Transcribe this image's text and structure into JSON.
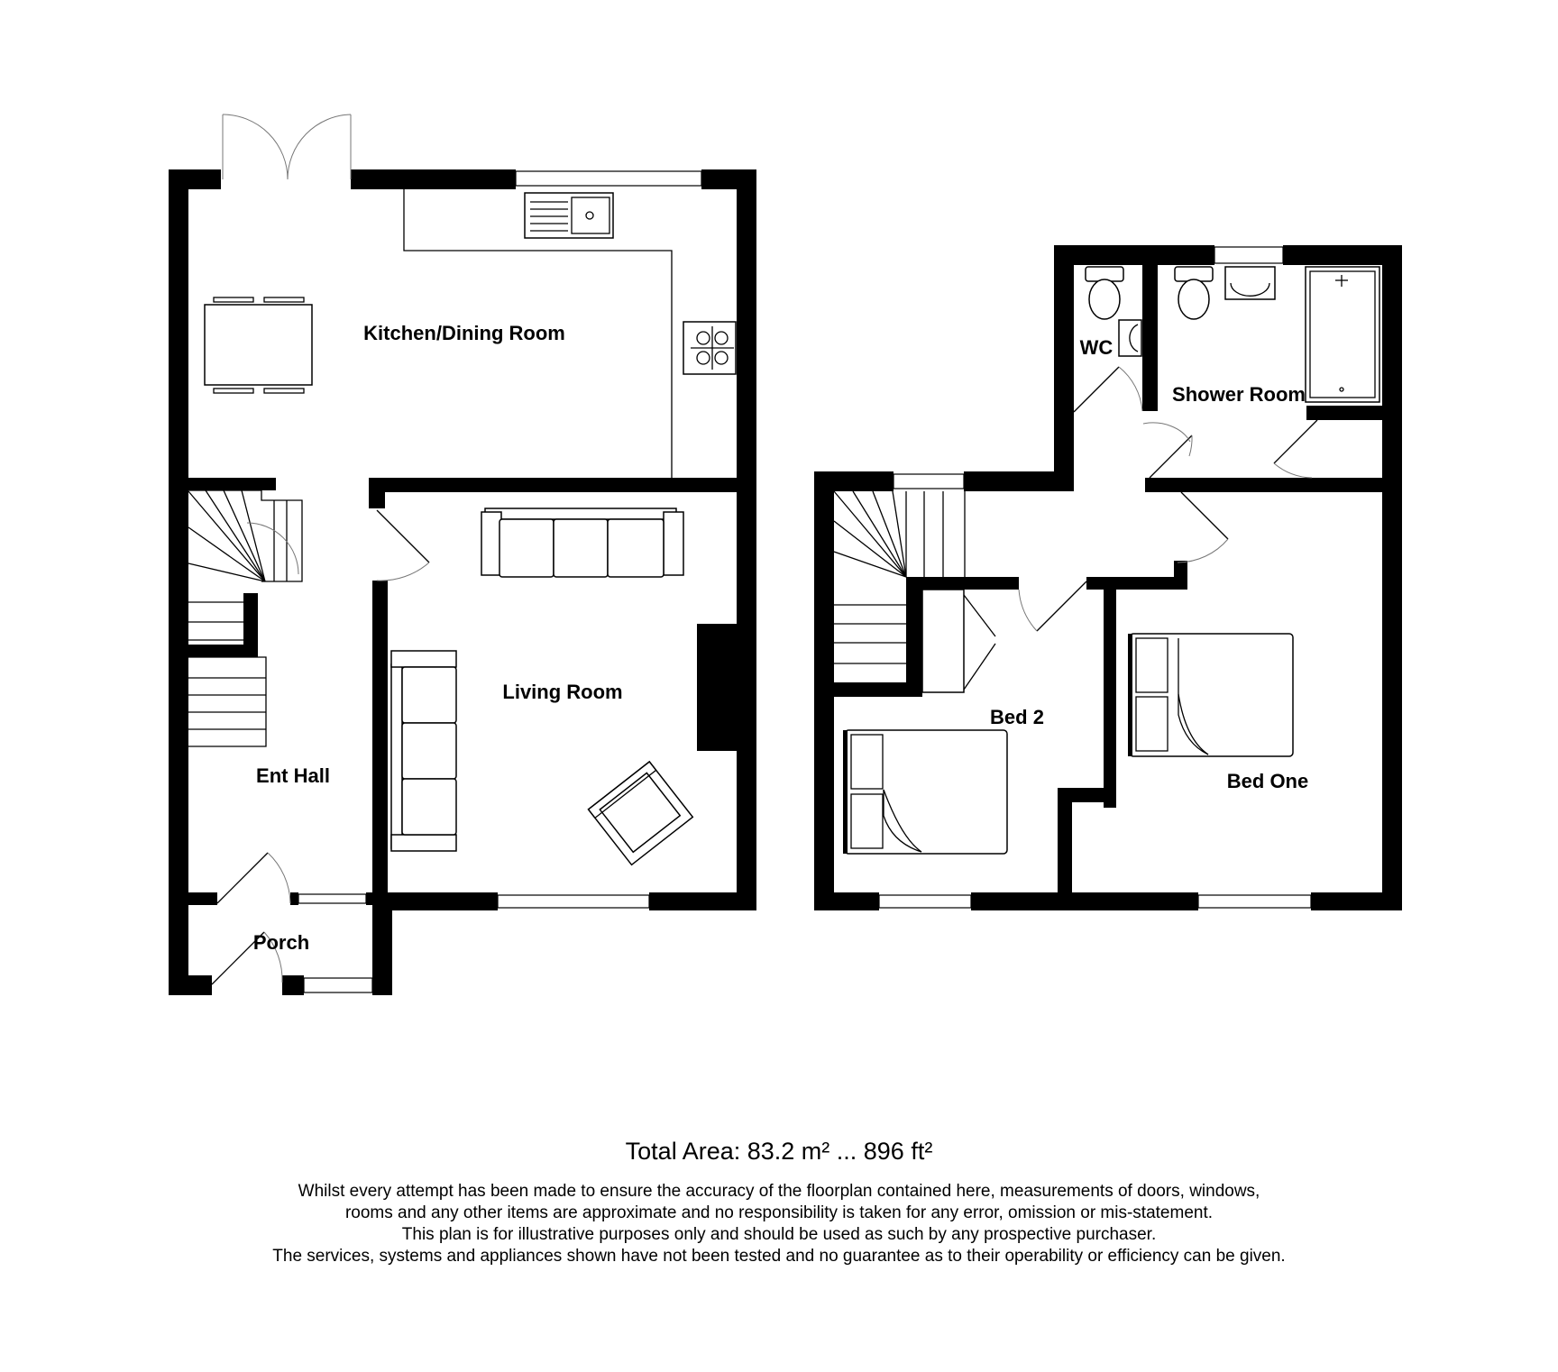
{
  "rooms": {
    "kitchen": "Kitchen/Dining Room",
    "living": "Living Room",
    "hall": "Ent Hall",
    "porch": "Porch",
    "wc": "WC",
    "shower": "Shower Room",
    "bed2": "Bed 2",
    "bed1": "Bed One"
  },
  "footer": {
    "total_area": "Total Area: 83.2 m² ... 896 ft²",
    "disclaimer": [
      "Whilst every attempt has been made to ensure the accuracy of the floorplan contained here, measurements of doors, windows,",
      "rooms and any other items are approximate and no responsibility is taken for any error, omission or mis-statement.",
      "This plan is for illustrative purposes only and should be used as such by any prospective purchaser.",
      "The services, systems and appliances shown have not been tested and no guarantee as to their operability or efficiency can be given."
    ]
  }
}
